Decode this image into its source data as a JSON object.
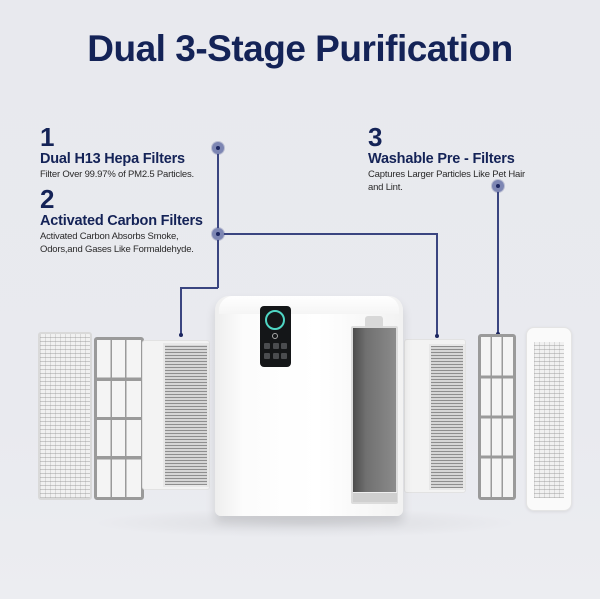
{
  "colors": {
    "brand": "#142357",
    "connector": "#3a4580",
    "background": "#e9eaef",
    "display_ring": "#4fd6c4"
  },
  "title": "Dual 3-Stage Purification",
  "features": [
    {
      "number": "1",
      "title": "Dual H13 Hepa Filters",
      "description": "Filter Over 99.97% of PM2.5 Particles."
    },
    {
      "number": "2",
      "title": "Activated Carbon Filters",
      "description_lines": [
        "Activated Carbon Absorbs Smoke,",
        "Odors,and Gases Like Formaldehyde."
      ]
    },
    {
      "number": "3",
      "title": "Washable Pre - Filters",
      "description_lines": [
        "Captures Larger Particles Like Pet Hair",
        "and Lint."
      ]
    }
  ],
  "product": {
    "name": "air-purifier",
    "components_left": [
      "outer-cover",
      "pre-filter-frame",
      "hepa-carbon-filter"
    ],
    "components_right": [
      "hepa-carbon-filter",
      "pre-filter-frame",
      "outer-cover"
    ]
  }
}
